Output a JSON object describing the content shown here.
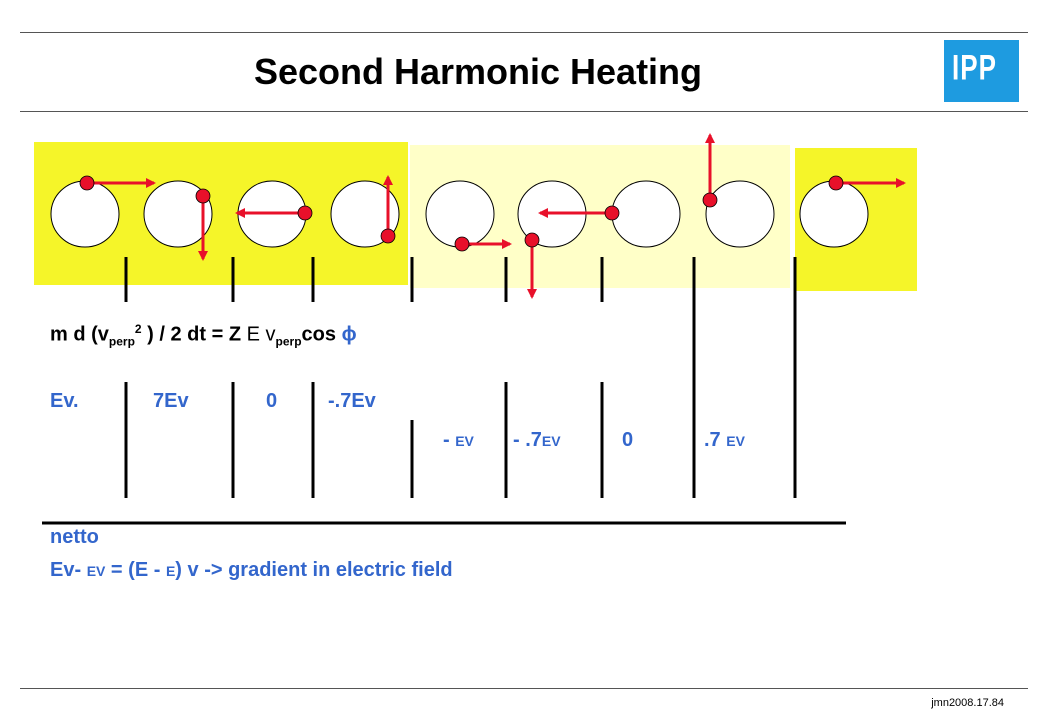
{
  "title": "Second Harmonic Heating",
  "logo": "IPP",
  "equation": {
    "lhs_start": "m d (v",
    "sub1": "perp",
    "sup1": "2",
    "lhs_end": " ) / 2 dt  = Z ",
    "E": "E",
    "v": " v",
    "sub2": "perp",
    "cos": "cos ",
    "phi": "ϕ"
  },
  "row1": {
    "a": "Ev.",
    "b": "7Ev",
    "c": "0",
    "d": "-.7Ev"
  },
  "row2": {
    "a": "- ",
    "a2": "EV",
    "b": "- .7",
    "b2": "EV",
    "c": "0",
    "d": ".7 ",
    "d2": "EV"
  },
  "netto": "netto",
  "bottom": {
    "p1": "Ev- ",
    "p2": "EV",
    "p3": " =  (E - ",
    "p4": "E",
    "p5": ") v  -> gradient in electric field"
  },
  "footer": "jmn2008.17.84",
  "colors": {
    "yellow": "#f5f529",
    "light_yellow": "#ffffc8",
    "arrow_red": "#e8102a",
    "logo_blue": "#1e9be0",
    "text_blue": "#3366cc"
  }
}
